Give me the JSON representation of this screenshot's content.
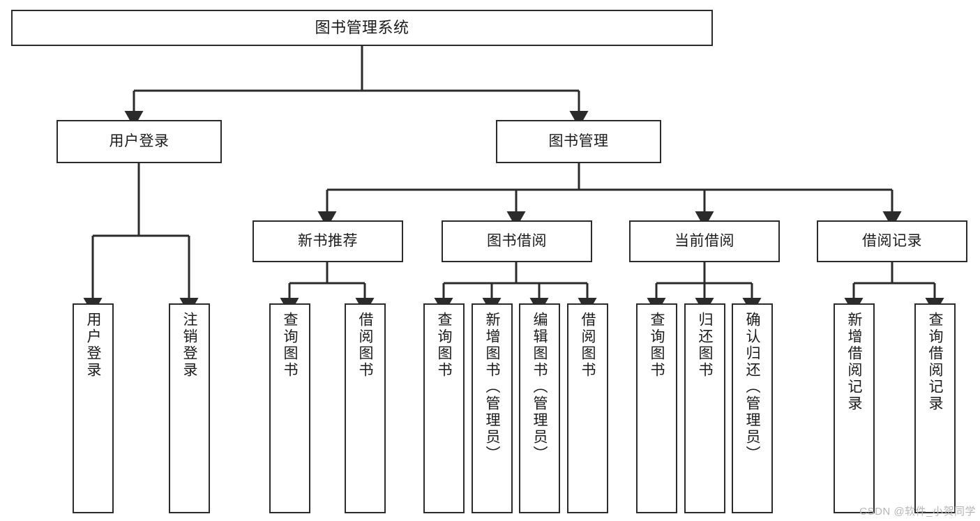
{
  "diagram": {
    "title": "图书管理系统",
    "type": "functional-structure-tree",
    "watermark": "CSDN @软件_小贺同学",
    "colors": {
      "stroke": "#2b2b2b",
      "fill": "#ffffff",
      "text": "#1b1b1b",
      "watermark": "#b6b6b6"
    },
    "levels": {
      "root": {
        "label": "图书管理系统"
      },
      "level2": [
        {
          "id": "user-login",
          "label": "用户登录"
        },
        {
          "id": "book-management",
          "label": "图书管理"
        }
      ],
      "level3": [
        {
          "id": "new-book-recommend",
          "label": "新书推荐",
          "parent": "book-management"
        },
        {
          "id": "book-borrow",
          "label": "图书借阅",
          "parent": "book-management"
        },
        {
          "id": "current-borrow",
          "label": "当前借阅",
          "parent": "book-management"
        },
        {
          "id": "borrow-record",
          "label": "借阅记录",
          "parent": "book-management"
        }
      ],
      "leaves": [
        {
          "id": "leaf-user-login",
          "label": "用户登录",
          "parent": "user-login"
        },
        {
          "id": "leaf-user-logout",
          "label": "注销登录",
          "parent": "user-login"
        },
        {
          "id": "leaf-query-book-1",
          "label": "查询图书",
          "parent": "new-book-recommend"
        },
        {
          "id": "leaf-borrow-book-1",
          "label": "借阅图书",
          "parent": "new-book-recommend"
        },
        {
          "id": "leaf-query-book-2",
          "label": "查询图书",
          "parent": "book-borrow"
        },
        {
          "id": "leaf-add-book",
          "label": "新增图书（管理员）",
          "parent": "book-borrow"
        },
        {
          "id": "leaf-edit-book",
          "label": "编辑图书（管理员）",
          "parent": "book-borrow"
        },
        {
          "id": "leaf-borrow-book-2",
          "label": "借阅图书",
          "parent": "book-borrow"
        },
        {
          "id": "leaf-query-book-3",
          "label": "查询图书",
          "parent": "current-borrow"
        },
        {
          "id": "leaf-return-book",
          "label": "归还图书",
          "parent": "current-borrow"
        },
        {
          "id": "leaf-confirm-return",
          "label": "确认归还（管理员）",
          "parent": "current-borrow"
        },
        {
          "id": "leaf-add-record",
          "label": "新增借阅记录",
          "parent": "borrow-record"
        },
        {
          "id": "leaf-query-record",
          "label": "查询借阅记录",
          "parent": "borrow-record"
        }
      ]
    }
  }
}
